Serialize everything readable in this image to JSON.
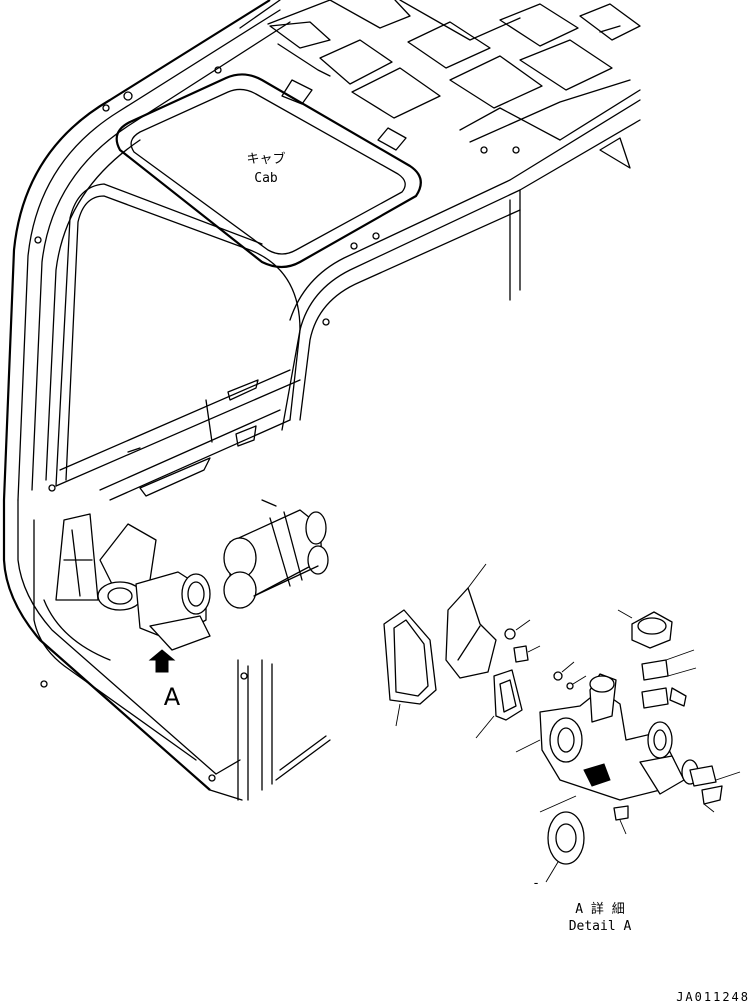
{
  "labels": {
    "cab_jp": "キャブ",
    "cab_en": "Cab",
    "view_marker": "A",
    "detail_jp": "A 詳 細",
    "detail_en": "Detail A",
    "stray_mark": "-",
    "drawing_code": "JA011248"
  },
  "colors": {
    "line": "#000000",
    "background": "#ffffff"
  }
}
